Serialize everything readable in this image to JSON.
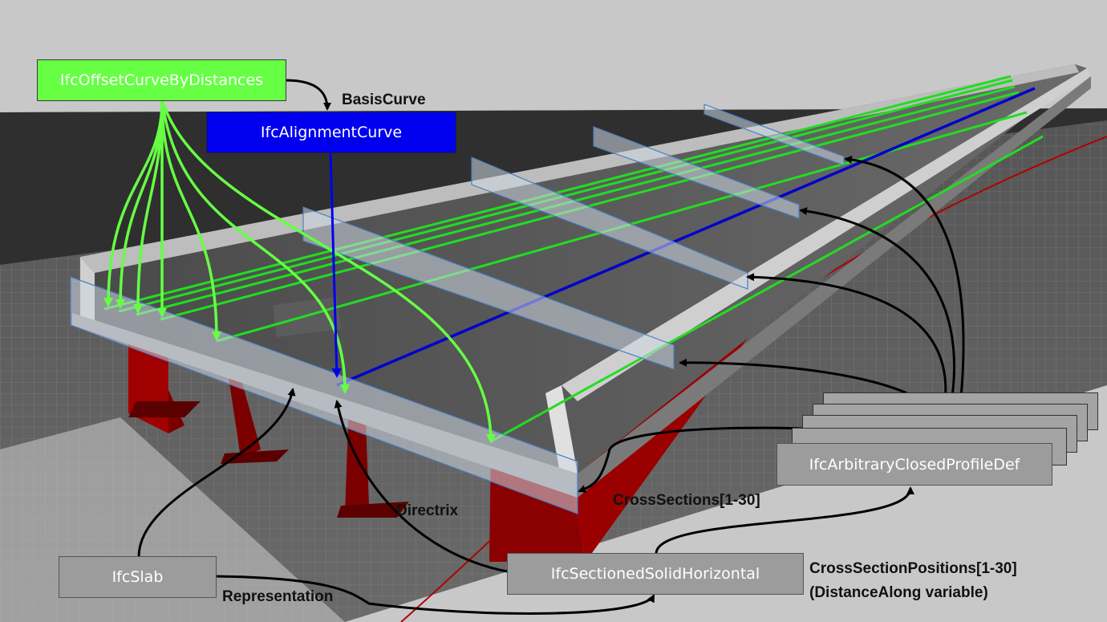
{
  "boxes": {
    "offset_curve": "IfcOffsetCurveByDistances",
    "alignment_curve": "IfcAlignmentCurve",
    "profile_def": "IfcArbitraryClosedProfileDef",
    "sectioned_solid": "IfcSectionedSolidHorizontal",
    "slab": "IfcSlab"
  },
  "labels": {
    "basis_curve": "BasisCurve",
    "directrix": "Directrix",
    "cross_sections": "CrossSections[1-30]",
    "cross_section_positions": "CrossSectionPositions[1-30]",
    "distance_along": "(DistanceAlong variable)",
    "representation": "Representation"
  },
  "colors": {
    "offset_curve": "#66ff44",
    "alignment_curve": "#0000ee",
    "girder": "#8b0000",
    "deck": "#555555",
    "background": "#c8c8c8"
  }
}
